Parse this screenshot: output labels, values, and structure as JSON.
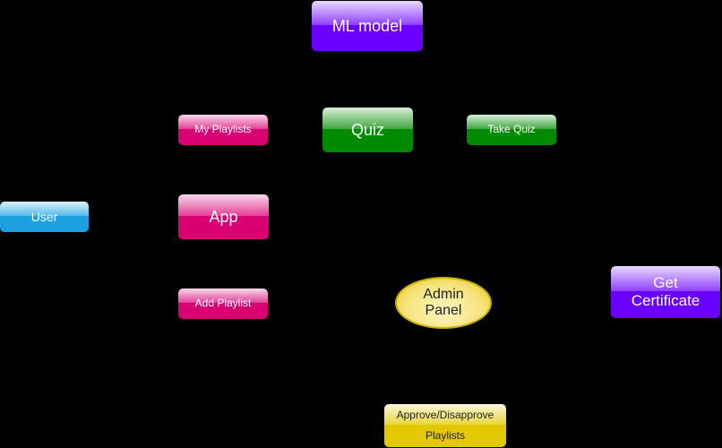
{
  "diagram": {
    "background": "#000000",
    "nodes": {
      "ml_model": {
        "label": "ML model",
        "color": "#6a00ff"
      },
      "quiz": {
        "label": "Quiz",
        "color": "#008a00"
      },
      "take_quiz": {
        "label": "Take Quiz",
        "color": "#008a00"
      },
      "my_playlists": {
        "label": "My Playlists",
        "color": "#d80073"
      },
      "app": {
        "label": "App",
        "color": "#d80073"
      },
      "add_playlist": {
        "label": "Add Playlist",
        "color": "#d80073"
      },
      "user": {
        "label": "User",
        "color": "#1ba1e2"
      },
      "admin_panel": {
        "line1": "Admin",
        "line2": "Panel",
        "color": "#e3c800"
      },
      "get_certificate": {
        "line1": "Get",
        "line2": "Certificate",
        "color": "#6a00ff"
      },
      "approve_playlists": {
        "line1": "Approve/Disapprove",
        "line2": "Playlists",
        "color": "#e3c800"
      }
    }
  }
}
